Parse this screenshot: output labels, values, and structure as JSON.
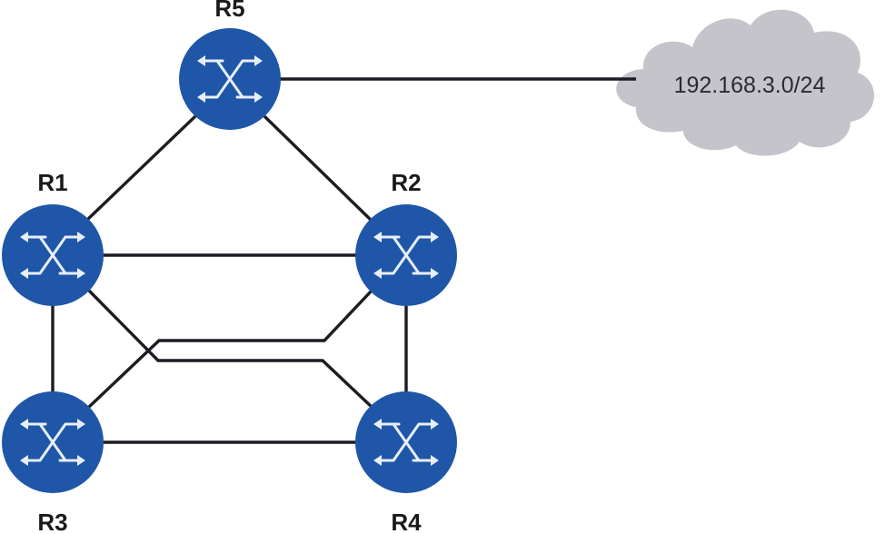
{
  "diagram": {
    "type": "network-topology",
    "colors": {
      "router": "#1f56a8",
      "router_glyph": "#e8eef8",
      "link": "#1c1c22",
      "cloud": "#c4c4ca"
    },
    "routers": [
      {
        "id": "R5",
        "label": "R5",
        "icon": "router-icon"
      },
      {
        "id": "R1",
        "label": "R1",
        "icon": "router-icon"
      },
      {
        "id": "R2",
        "label": "R2",
        "icon": "router-icon"
      },
      {
        "id": "R3",
        "label": "R3",
        "icon": "router-icon"
      },
      {
        "id": "R4",
        "label": "R4",
        "icon": "router-icon"
      }
    ],
    "network": {
      "id": "net-192-168-3-0",
      "label": "192.168.3.0/24",
      "icon": "cloud-icon"
    },
    "links": [
      {
        "from": "R5",
        "to": "192.168.3.0/24"
      },
      {
        "from": "R5",
        "to": "R1"
      },
      {
        "from": "R5",
        "to": "R2"
      },
      {
        "from": "R1",
        "to": "R2"
      },
      {
        "from": "R1",
        "to": "R3"
      },
      {
        "from": "R2",
        "to": "R4"
      },
      {
        "from": "R3",
        "to": "R4"
      },
      {
        "from": "R1",
        "to": "R4"
      },
      {
        "from": "R2",
        "to": "R3"
      }
    ]
  }
}
